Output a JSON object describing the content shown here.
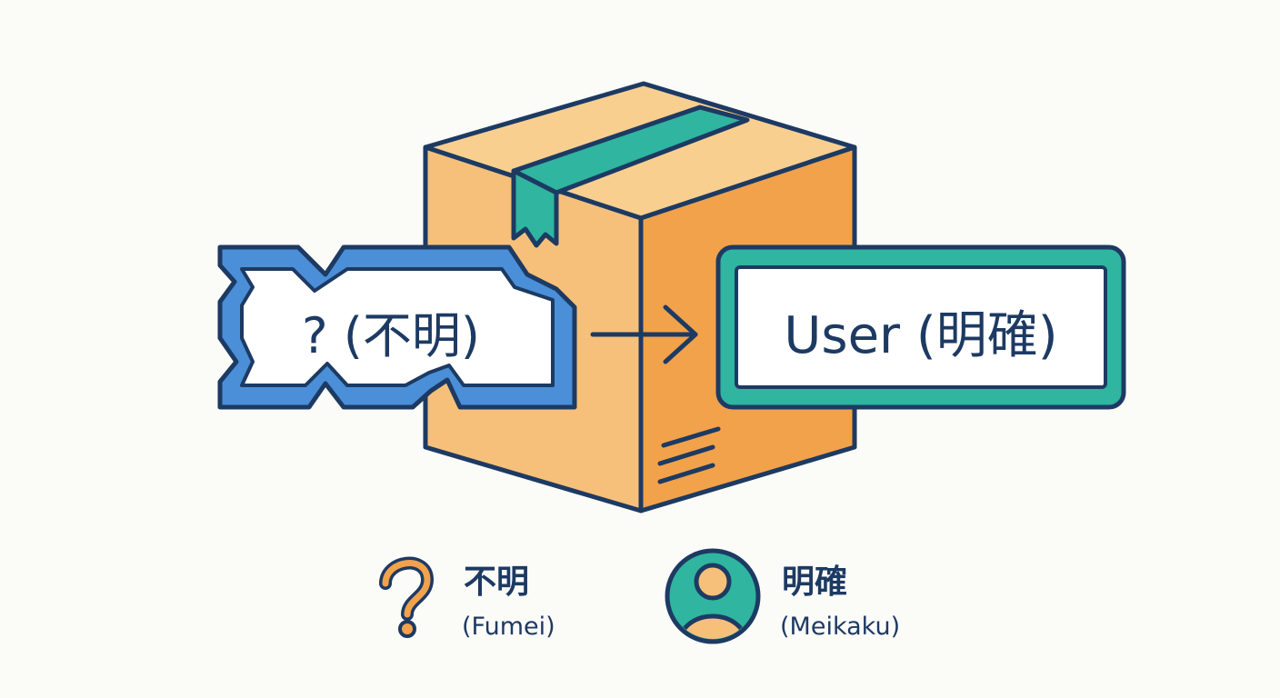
{
  "labels": {
    "unknown_box_text": "? (不明)",
    "known_box_text": "User (明確)"
  },
  "legend": {
    "unknown": {
      "icon": "question-mark-icon",
      "title": "不明",
      "reading": "(Fumei)"
    },
    "known": {
      "icon": "user-avatar-icon",
      "title": "明確",
      "reading": "(Meikaku)"
    }
  },
  "colors": {
    "outline": "#1d3a63",
    "box_light": "#f6c07a",
    "box_dark": "#f2a24a",
    "tape": "#2fb5a0",
    "unknown_accent": "#4a8fd8",
    "known_accent": "#2fb5a0",
    "background": "#fbfbf8"
  }
}
